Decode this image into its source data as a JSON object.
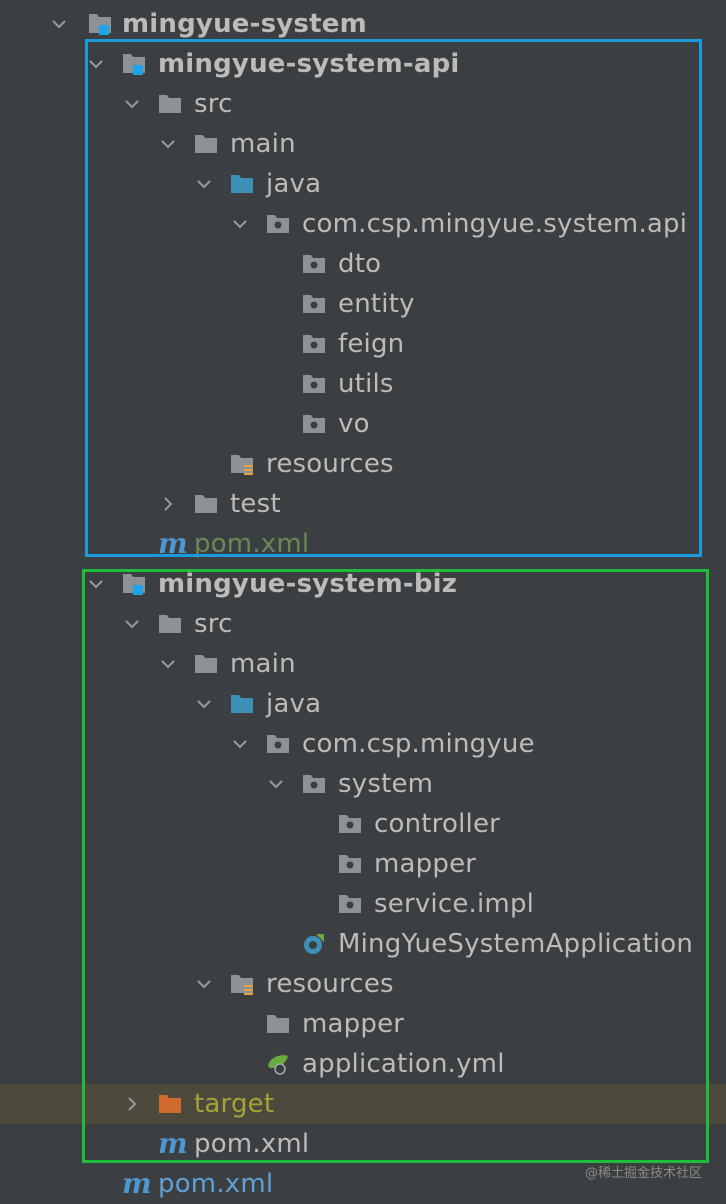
{
  "tree": {
    "root": "mingyue-system",
    "api": {
      "module": "mingyue-system-api",
      "src": "src",
      "main": "main",
      "java": "java",
      "package": "com.csp.mingyue.system.api",
      "packages": [
        "dto",
        "entity",
        "feign",
        "utils",
        "vo"
      ],
      "resources": "resources",
      "test": "test",
      "pom": "pom.xml"
    },
    "biz": {
      "module": "mingyue-system-biz",
      "src": "src",
      "main": "main",
      "java": "java",
      "package": "com.csp.mingyue",
      "subpackage": "system",
      "subpackages": [
        "controller",
        "mapper",
        "service.impl"
      ],
      "app_class": "MingYueSystemApplication",
      "resources": "resources",
      "res_mapper": "mapper",
      "app_yml": "application.yml",
      "target": "target",
      "pom": "pom.xml"
    },
    "root_pom": "pom.xml"
  },
  "icons": {
    "module": "module-folder-icon",
    "folder": "folder-icon",
    "source_root": "source-root-icon",
    "package": "package-icon",
    "resources": "resources-folder-icon",
    "maven": "maven-pom-icon",
    "spring_app": "spring-boot-app-icon",
    "spring_yml": "spring-yml-icon",
    "excluded": "excluded-folder-icon"
  },
  "colors": {
    "background": "#3c3f41",
    "text": "#bbbbbb",
    "pom_text_green": "#6a8759",
    "pom_text_blue": "#5f9fd6",
    "excluded_text": "#a3a33a",
    "highlight_blue": "#1a9be0",
    "highlight_green": "#1fbd3a"
  },
  "watermark": "@稀土掘金技术社区"
}
